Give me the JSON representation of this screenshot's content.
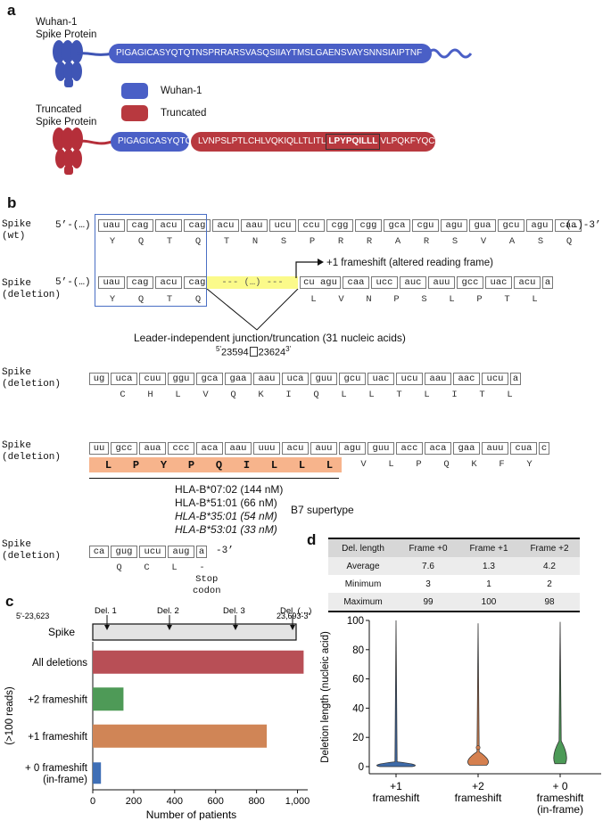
{
  "panel_a": {
    "letter": "a",
    "wuhan_title": [
      "Wuhan-1",
      "Spike Protein"
    ],
    "truncated_title": [
      "Truncated",
      "Spike Protein"
    ],
    "wuhan_seq": "PIGAGICASYQTQTNSPRRARSVASQSIIAYTMSLGAENSVAYSNNSIAIPTNF",
    "trunc_blue": "PIGAGICASYQTQ",
    "trunc_red_pre": "LVNPSLPTLCHLVQKIQLLTLITL",
    "trunc_red_box": "LPYPQILLL",
    "trunc_red_post": "VLPQKFYQCL",
    "legend": [
      {
        "label": "Wuhan-1",
        "color": "#4a5fc6"
      },
      {
        "label": "Truncated",
        "color": "#b8393f"
      }
    ],
    "colors": {
      "blue": "#4a5fc6",
      "red": "#b8393f",
      "wuhan_icon": "#3f55b5",
      "trunc_icon": "#b52f3a"
    }
  },
  "panel_b": {
    "letter": "b",
    "rows": [
      {
        "label": [
          "Spike",
          "(wt)"
        ],
        "prefix": "5’-(…)",
        "codons": [
          "uau",
          "cag",
          "acu",
          "cag",
          "acu",
          "aau",
          "ucu",
          "ccu",
          "cgg",
          "cgg",
          "gca",
          "cgu",
          "agu",
          "gua",
          "gcu",
          "agu",
          "caa"
        ],
        "suffix": "(…)-3’",
        "aas": [
          "Y",
          "Q",
          "T",
          "Q",
          "T",
          "N",
          "S",
          "P",
          "R",
          "R",
          "A",
          "R",
          "S",
          "V",
          "A",
          "S",
          "Q"
        ]
      },
      {
        "label": [
          "Spike",
          "(deletion)"
        ],
        "prefix": "5’-(…)",
        "codons_left": [
          "uau",
          "cag",
          "acu",
          "cag"
        ],
        "gap_text": "--- (…) ---",
        "codons_right": [
          "cu agu",
          "caa",
          "ucc",
          "auc",
          "auu",
          "gcc",
          "uac",
          "acu",
          "a"
        ],
        "aas_left": [
          "Y",
          "Q",
          "T",
          "Q"
        ],
        "aas_right": [
          "L",
          "V",
          "N",
          "P",
          "S",
          "L",
          "P",
          "T",
          "L"
        ]
      },
      {
        "label": [
          "Spike",
          "(deletion)"
        ],
        "codons": [
          "ug",
          "uca",
          "cuu",
          "ggu",
          "gca",
          "gaa",
          "aau",
          "uca",
          "guu",
          "gcu",
          "uac",
          "ucu",
          "aau",
          "aac",
          "ucu",
          "a"
        ],
        "aas": [
          "C",
          "H",
          "L",
          "V",
          "Q",
          "K",
          "I",
          "Q",
          "L",
          "L",
          "T",
          "L",
          "I",
          "T",
          "L"
        ]
      },
      {
        "label": [
          "Spike",
          "(deletion)"
        ],
        "codons": [
          "uu",
          "gcc",
          "aua",
          "ccc",
          "aca",
          "aau",
          "uuu",
          "acu",
          "auu",
          "agu",
          "guu",
          "acc",
          "aca",
          "gaa",
          "auu",
          "cua",
          "c"
        ],
        "aas_highlight": [
          "L",
          "P",
          "Y",
          "P",
          "Q",
          "I",
          "L",
          "L",
          "L"
        ],
        "aas": [
          "V",
          "L",
          "P",
          "Q",
          "K",
          "F",
          "Y"
        ]
      },
      {
        "label": [
          "Spike",
          "(deletion)"
        ],
        "codons": [
          "ca",
          "gug",
          "ucu",
          "aug",
          "a"
        ],
        "suffix": "-3’",
        "aas": [
          "Q",
          "C",
          "L",
          "-"
        ],
        "stop": [
          "Stop",
          "codon"
        ]
      }
    ],
    "frameshift_label": "+1 frameshift (altered reading frame)",
    "junction_label": "Leader-independent junction/truncation (31 nucleic acids)",
    "junction_coords": {
      "sup_left": "5'",
      "left": "23594",
      "sep": "",
      "right": "23624",
      "sup_right": "3'"
    },
    "hla": [
      {
        "text": "HLA-B*07:02 (144 nM)",
        "italic": false
      },
      {
        "text": "HLA-B*51:01 (66 nM)",
        "italic": false
      },
      {
        "text": "HLA-B*35:01 (54 nM)",
        "italic": true
      },
      {
        "text": "HLA-B*53:01 (33 nM)",
        "italic": true
      }
    ],
    "supertype": "B7 supertype",
    "colors": {
      "highlight_yellow": "#fbfa8a",
      "highlight_orange": "#f7b48c",
      "frame_blue": "#4a6fc4"
    }
  },
  "panel_c": {
    "letter": "c",
    "gene_label": "Spike",
    "gene_left": "5'-23,623",
    "gene_right": "23,693-3'",
    "deletion_marks": [
      "Del. 1",
      "Del. 2",
      "Del. 3",
      "Del. (…)"
    ],
    "ylabel": "(>100 reads)",
    "xlabel": "Number of patients"
  },
  "panel_d": {
    "letter": "d",
    "table": {
      "header": [
        "Del. length",
        "Frame +0",
        "Frame +1",
        "Frame +2"
      ],
      "rows": [
        [
          "Average",
          "7.6",
          "1.3",
          "4.2"
        ],
        [
          "Minimum",
          "3",
          "1",
          "2"
        ],
        [
          "Maximum",
          "99",
          "100",
          "98"
        ]
      ]
    },
    "ylabel": "Deletion length (nucleic acid)"
  },
  "chart_data": [
    {
      "type": "bar",
      "orientation": "horizontal",
      "categories": [
        "All deletions",
        "+2 frameshift",
        "+1 frameshift",
        "+ 0 frameshift (in-frame)"
      ],
      "values": [
        1030,
        150,
        850,
        40
      ],
      "colors": [
        "#b84f56",
        "#4e9a57",
        "#d08556",
        "#3f6fb6"
      ],
      "xlabel": "Number of patients",
      "ylabel": "(>100 reads)",
      "xticks": [
        0,
        200,
        400,
        600,
        800,
        1000
      ],
      "xtick_labels": [
        "0",
        "200",
        "400",
        "600",
        "800",
        "1,000"
      ],
      "xlim": [
        0,
        1050
      ]
    },
    {
      "type": "violin",
      "categories": [
        "+1 frameshift",
        "+2 frameshift",
        "+ 0 frameshift (in-frame)"
      ],
      "min": [
        1,
        2,
        3
      ],
      "max": [
        100,
        98,
        99
      ],
      "mean": [
        1.3,
        4.2,
        7.6
      ],
      "colors": [
        "#3d6aa8",
        "#d5804f",
        "#4c9a57"
      ],
      "ylabel": "Deletion length (nucleic acid)",
      "ylim": [
        0,
        100
      ],
      "yticks": [
        0,
        20,
        40,
        60,
        80,
        100
      ]
    }
  ]
}
